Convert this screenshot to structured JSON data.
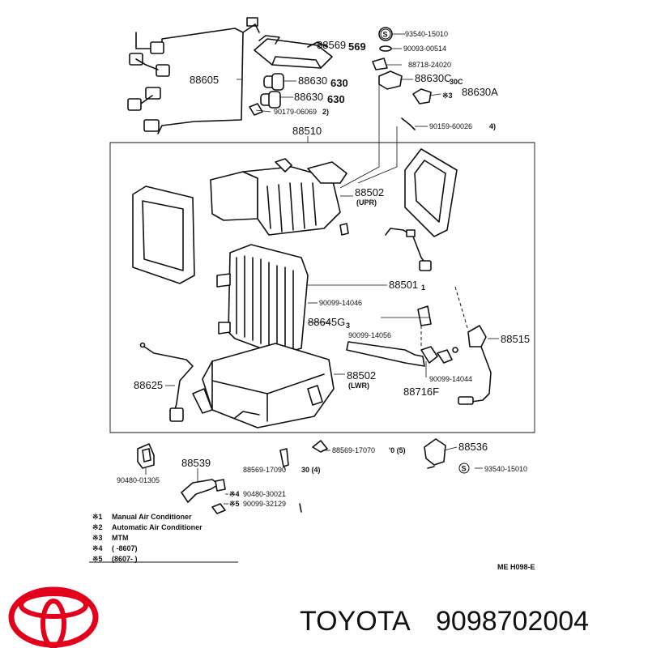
{
  "parts": {
    "p88605": "88605",
    "p88569": "88569",
    "p88569_cut": "569",
    "p88630a": "88630",
    "p88630a_cut": "630",
    "p88630b": "88630",
    "p88630b_cut": "630",
    "p90179": "90179-06069",
    "p90179_cut": "2)",
    "p93540_top": "93540-15010",
    "p90093": "90093-00514",
    "p88718": "88718-24020",
    "p88630c": "88630C",
    "p88630c_cut": "30C",
    "p88630A_mark": "※3",
    "p88630A": "88630A",
    "p90159": "90159-60026",
    "p90159_cut": "4)",
    "p88510": "88510",
    "p88502_upr": "88502",
    "p88502_upr_tag": "(UPR)",
    "p88501": "88501",
    "p88501_cut": "1",
    "p90099_14046": "90099-14046",
    "p88645": "88645G",
    "p88645_cut": "3",
    "p90099_14056": "90099-14056",
    "p88515": "88515",
    "p90099_14044": "90099-14044",
    "p88716": "88716F",
    "p88625": "88625",
    "p88502_lwr": "88502",
    "p88502_lwr_tag": "(LWR)",
    "p88536": "88536",
    "p88569_17070": "88569-17070",
    "p88569_17070_cut": "'0 (5)",
    "p88569_17090": "88569-17090",
    "p88569_17090_cut": "30 (4)",
    "p93540_bot": "93540-15010",
    "p90480_01305": "90480-01305",
    "p88539": "88539",
    "p90480_30021_mark": "※4",
    "p90480_30021": "90480-30021",
    "p90099_32129_mark": "※5",
    "p90099_32129": "90099-32129",
    "s_symbol": "S"
  },
  "legend": [
    {
      "mark": "※1",
      "text": "Manual Air Conditioner"
    },
    {
      "mark": "※2",
      "text": "Automatic Air Conditioner"
    },
    {
      "mark": "※3",
      "text": "MTM"
    },
    {
      "mark": "※4",
      "text": "(        -8607)"
    },
    {
      "mark": "※5",
      "text": "(8607-         )"
    }
  ],
  "ref_code": "ME  H098-E",
  "brand": {
    "name": "TOYOTA",
    "part_number": "9098702004",
    "logo_color": "#e3001b"
  }
}
